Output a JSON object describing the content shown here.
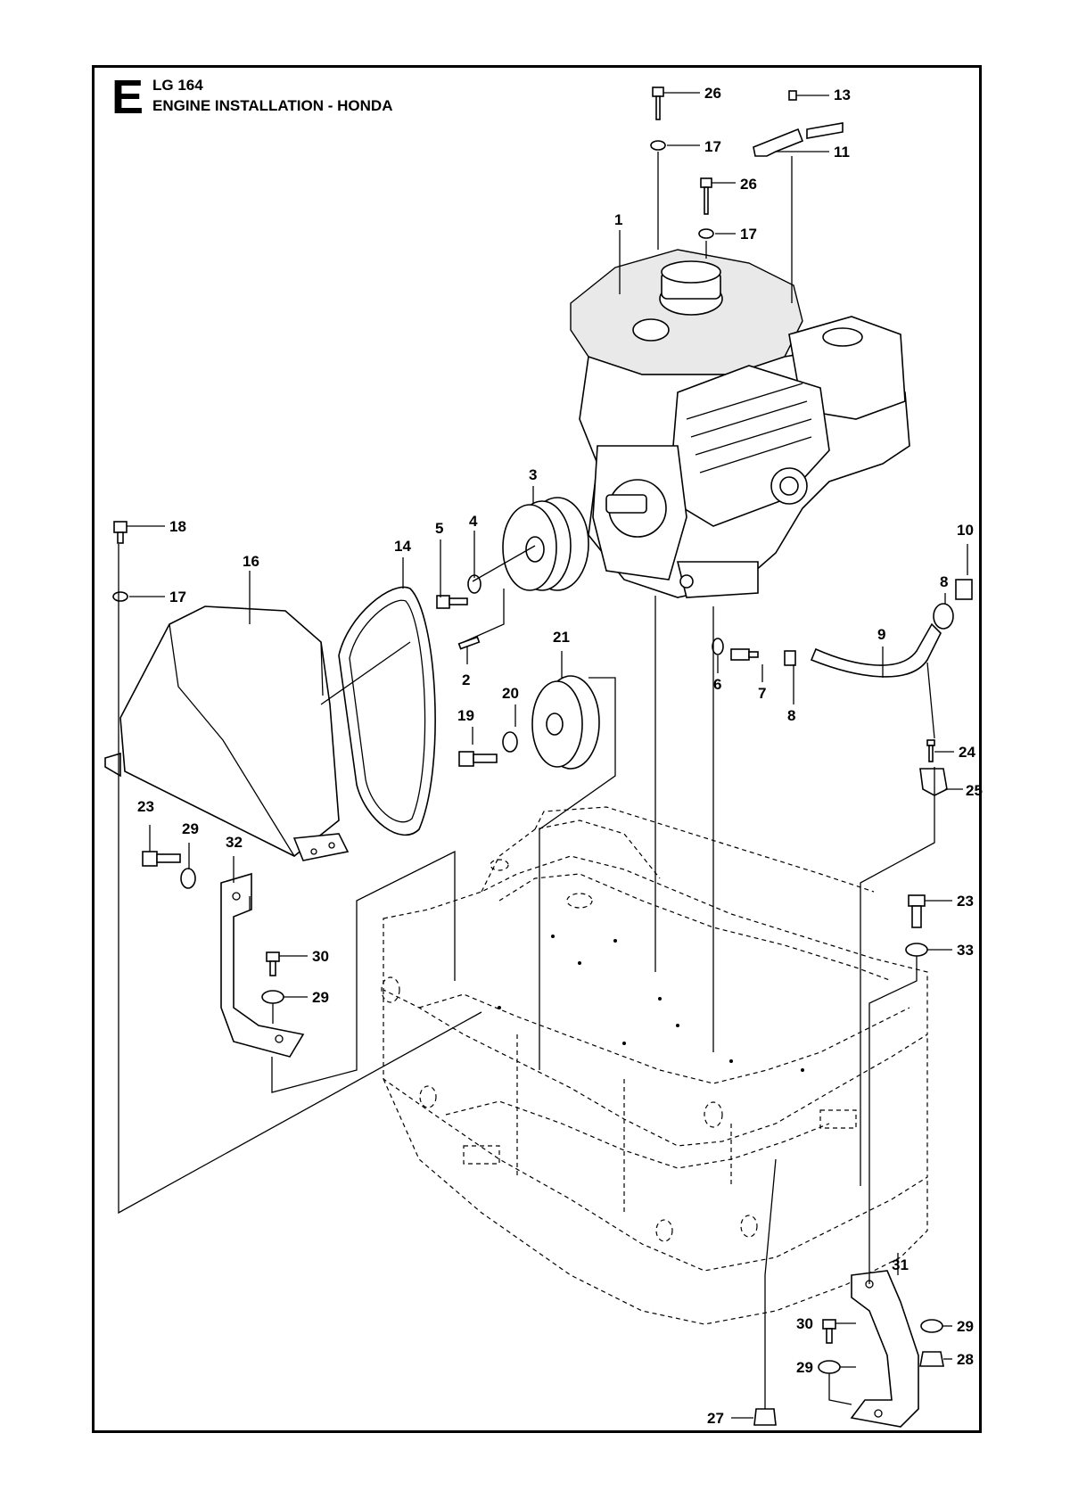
{
  "header": {
    "section_letter": "E",
    "model": "LG 164",
    "title": "ENGINE INSTALLATION - HONDA"
  },
  "callouts": [
    "26",
    "13",
    "17",
    "11",
    "26",
    "17",
    "1",
    "18",
    "17",
    "16",
    "14",
    "5",
    "4",
    "3",
    "10",
    "8",
    "9",
    "2",
    "21",
    "20",
    "19",
    "6",
    "7",
    "8",
    "24",
    "25",
    "23",
    "29",
    "32",
    "30",
    "29",
    "23",
    "33",
    "31",
    "30",
    "29",
    "29",
    "28",
    "27"
  ]
}
